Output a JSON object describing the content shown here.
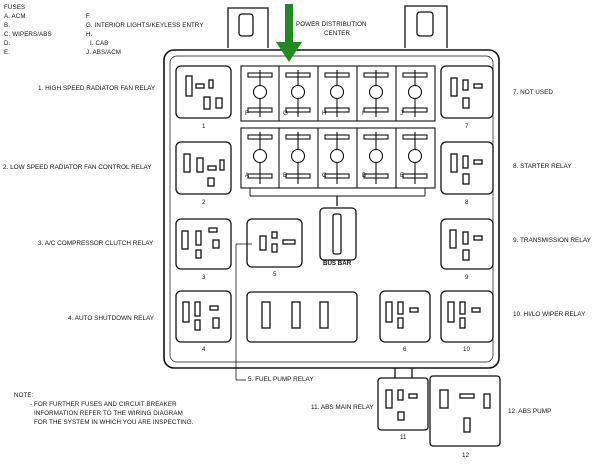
{
  "legend": {
    "heading": "FUSES",
    "left_items": [
      "A. ACM",
      "B.",
      "C. WIPERS/ABS",
      "D.",
      "E."
    ],
    "right_items": [
      "F.",
      "G. INTERIOR LIGHTS/KEYLESS ENTRY",
      "H.",
      "I. CAB",
      "J. ABS/ACM"
    ]
  },
  "title": {
    "line1": "POWER DISTRIBUTION",
    "line2": "CENTER"
  },
  "relays": {
    "r1": "1. HIGH SPEED RADIATOR FAN RELAY",
    "r2": "2. LOW SPEED RADIATOR FAN CONTROL RELAY",
    "r3": "3. A/C COMPRESSOR CLUTCH RELAY",
    "r4": "4. AUTO SHUTDOWN RELAY",
    "r5": "5. FUEL PUMP RELAY",
    "r7": "7. NOT USED",
    "r8": "8. STARTER RELAY",
    "r9": "9. TRANSMISSION RELAY",
    "r10": "10. HI/LO WIPER RELAY",
    "r11": "11. ABS MAIN RELAY",
    "r12": "12. ABS PUMP"
  },
  "slot_numbers": {
    "n1": "1",
    "n2": "2",
    "n3": "3",
    "n4": "4",
    "n5": "5",
    "n6": "6",
    "n7": "7",
    "n8": "8",
    "n9": "9",
    "n10": "10",
    "n11": "11",
    "n12": "12"
  },
  "fuse_letters": {
    "top": [
      "F",
      "G",
      "H",
      "I",
      "J"
    ],
    "bottom": [
      "A",
      "B",
      "C",
      "D",
      "E"
    ]
  },
  "bus_bar": "BUS BAR",
  "note": {
    "heading": "NOTE:",
    "lines": [
      "- FOR FURTHER FUSES AND CIRCUIT BREAKER",
      "INFORMATION REFER TO THE WIRING DIAGRAM",
      "FOR THE SYSTEM IN WHICH YOU ARE INSPECTING."
    ]
  },
  "colors": {
    "arrow": "#1f8a1f",
    "ink": "#111111"
  },
  "icons": {
    "pointer": "down-arrow-icon"
  }
}
